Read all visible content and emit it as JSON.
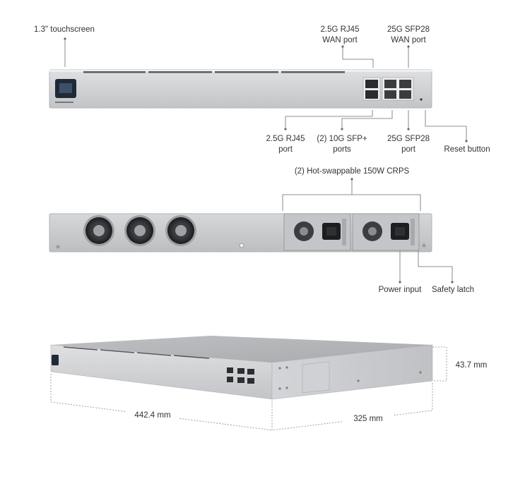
{
  "front_view": {
    "labels": {
      "touchscreen": "1.3\" touchscreen",
      "wan_rj45_l1": "2.5G RJ45",
      "wan_rj45_l2": "WAN port",
      "wan_sfp28_l1": "25G SFP28",
      "wan_sfp28_l2": "WAN port",
      "rj45_l1": "2.5G RJ45",
      "rj45_l2": "port",
      "sfpplus_l1": "(2) 10G SFP+",
      "sfpplus_l2": "ports",
      "sfp28_l1": "25G SFP28",
      "sfp28_l2": "port",
      "reset": "Reset button"
    }
  },
  "rear_view": {
    "labels": {
      "psu": "(2) Hot-swappable 150W CRPS",
      "power_input": "Power input",
      "safety_latch": "Safety latch"
    }
  },
  "dimensions": {
    "width": "442.4 mm",
    "depth": "325 mm",
    "height": "43.7 mm"
  },
  "colors": {
    "chassis": "#c9cacc",
    "chassis_light": "#dcdde0",
    "chassis_dark": "#a9abae",
    "leader_line": "#6b6b6b",
    "screen": "#1f2a36"
  }
}
